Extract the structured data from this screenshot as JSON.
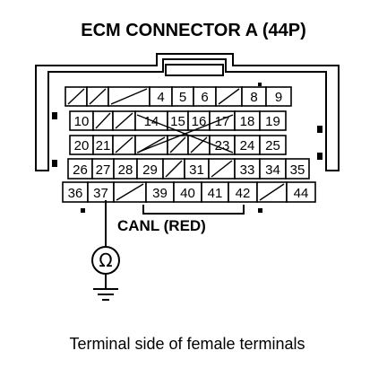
{
  "title": "ECM CONNECTOR A (44P)",
  "probe_label": "CANL (RED)",
  "caption": "Terminal side of female terminals",
  "meter_symbol": "Ω",
  "ground_icon": "ground-icon",
  "rows": [
    [
      "",
      "",
      "",
      "4",
      "5",
      "6",
      "",
      "8",
      "9"
    ],
    [
      "10",
      "",
      "",
      "14",
      "15",
      "16",
      "17",
      "18",
      "19"
    ],
    [
      "20",
      "21",
      "",
      "",
      "",
      "",
      "23",
      "24",
      "25"
    ],
    [
      "26",
      "27",
      "28",
      "29",
      "",
      "31",
      "",
      "33",
      "34",
      "35"
    ],
    [
      "36",
      "37",
      "",
      "39",
      "40",
      "41",
      "42",
      "",
      "44"
    ]
  ],
  "probe_terminal": "37"
}
